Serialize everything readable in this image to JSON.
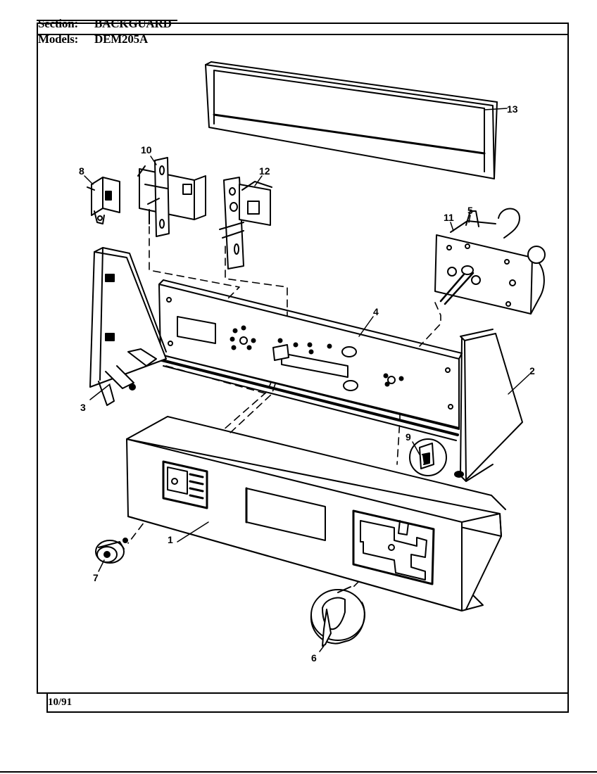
{
  "header": {
    "section_label": "Section:",
    "section_value": "BACKGUARD",
    "models_label": "Models:",
    "models_value": "DEM205A"
  },
  "footer": {
    "date": "10/91"
  },
  "callouts": [
    {
      "id": "c1",
      "text": "1"
    },
    {
      "id": "c2",
      "text": "2"
    },
    {
      "id": "c3",
      "text": "3"
    },
    {
      "id": "c4",
      "text": "4"
    },
    {
      "id": "c5",
      "text": "5"
    },
    {
      "id": "c6",
      "text": "6"
    },
    {
      "id": "c7",
      "text": "7"
    },
    {
      "id": "c8",
      "text": "8"
    },
    {
      "id": "c9",
      "text": "9"
    },
    {
      "id": "c10",
      "text": "10"
    },
    {
      "id": "c11",
      "text": "11"
    },
    {
      "id": "c12",
      "text": "12"
    },
    {
      "id": "c13",
      "text": "13"
    }
  ]
}
